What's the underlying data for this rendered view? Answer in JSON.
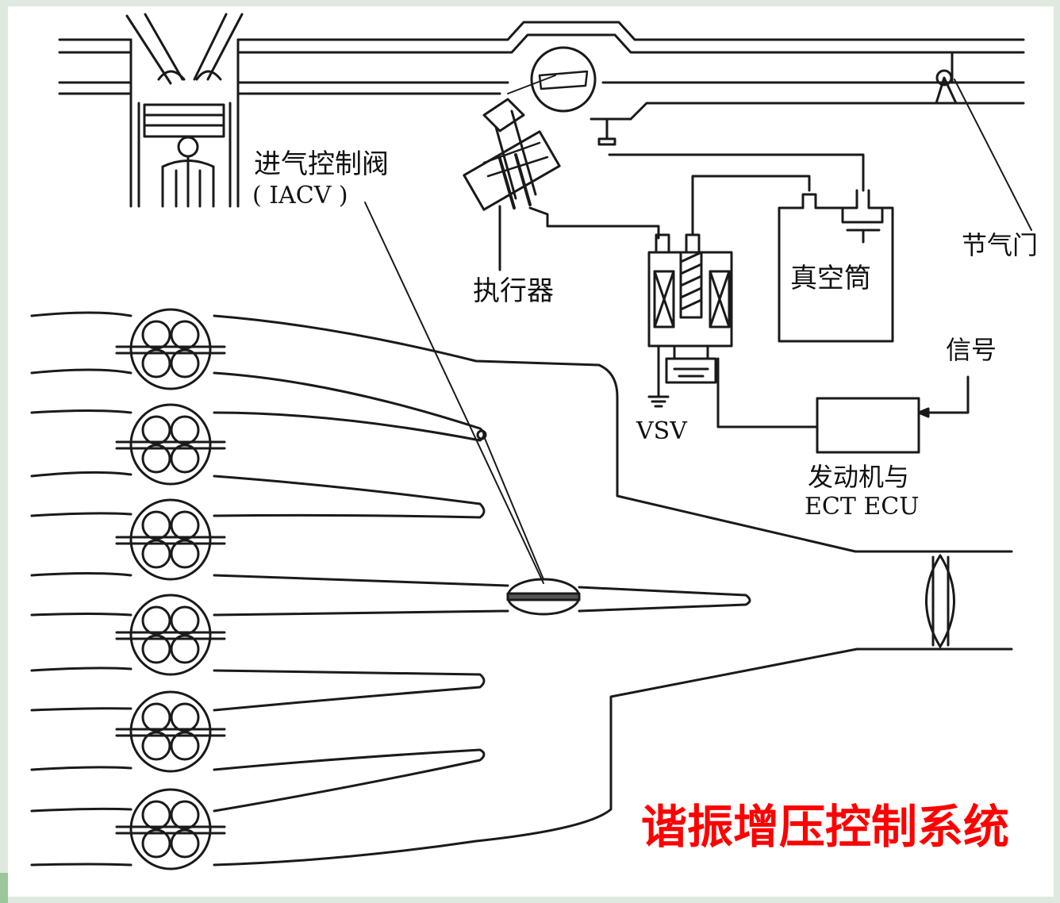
{
  "colors": {
    "line": "#1a1a1a",
    "background": "#ffffff",
    "title": "#ff0000",
    "frame": "#dfe9df"
  },
  "labels": {
    "iacv_cn": "进气控制阀",
    "iacv_en": "( IACV )",
    "actuator": "执行器",
    "throttle": "节气门",
    "vacuum_tank": "真空筒",
    "signal": "信号",
    "vsv": "VSV",
    "ecu_line1": "发动机与",
    "ecu_line2": "ECT ECU"
  },
  "title": "谐振增压控制系统"
}
